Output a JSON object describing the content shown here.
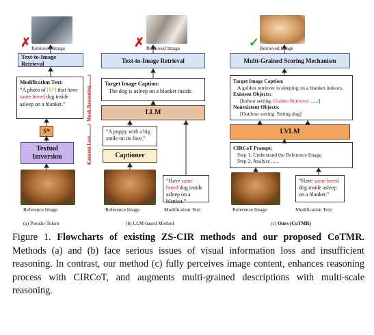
{
  "panel_a": {
    "retrieved_image_label": "Retrieved Image",
    "retrieval_box": "Text-to-Image Retrieval",
    "mod_text_title": "Modification Text:",
    "mod_text_pre": "“A photo of ",
    "mod_text_token": "[S*]",
    "mod_text_mid": " that have ",
    "mod_text_red": "same breed",
    "mod_text_post": " dog inside asleep on a blanket.”",
    "token_box": "S*",
    "inversion_box": "Textual Imversion",
    "reference_label": "Reference Image",
    "side_label_top": "Weak Reasoning",
    "side_label_bottom": "Content Lost",
    "caption": "(a)  Pseudo-Token"
  },
  "panel_b": {
    "retrieved_image_label": "Retrieved Image",
    "retrieval_box": "Text-to-Image Retrieval",
    "target_title": "Target Image Caption:",
    "target_text": "The dog is asleep on a blanket inside.",
    "llm_box": "LLM",
    "caption_text": "“A puppy with a big smile on its face.”",
    "captioner_box": "Captioner",
    "mod_pre": "“Have ",
    "mod_red": "same breed",
    "mod_post": " dog inside asleep on a blanket.”",
    "reference_label": "Reference Image",
    "modification_label": "Modification Text",
    "caption": "(b)  LLM-based Method"
  },
  "panel_c": {
    "retrieved_image_label": "Retrieved Image",
    "scoring_box": "Multi-Grained Scoring Mechanism",
    "target_title": "Target Image Caption:",
    "target_text": "A golden retriever is sleeping on a blanket indoors.",
    "existent_title": "Existent Objects:",
    "existent_pre": "[Indoor setting. ",
    "existent_red": "Golden Retriever",
    "existent_post": " ......]",
    "nonexistent_title": "Nonexistent Objects:",
    "nonexistent_text": "[Outdoor setting. Sitting dog]",
    "lvlm_box": "LVLM",
    "prompt_title": "CIRCoT Prompt:",
    "prompt_step1": "Step 1, Understand the Reference Image.",
    "prompt_step2": "Step 2, Analyze ......",
    "mod_pre": "“Have ",
    "mod_red": "same breed",
    "mod_post": " dog inside asleep on a blanket.”",
    "reference_label": "Reference Image",
    "modification_label": "Modification Text",
    "caption_pre": "(c)  ",
    "caption_bold": "Ours (CoTMR)"
  },
  "figure_caption": {
    "label": "Figure 1. ",
    "bold": "Flowcharts of existing ZS-CIR methods and our proposed CoTMR.",
    "body": " Methods (a) and (b) face serious issues of visual information loss and insufficient reasoning. In contrast, our method (c) fully perceives image content, enhances reasoning process with CIRCoT, and augments multi-grained descriptions with multi-scale reasoning."
  },
  "colors": {
    "wrong": "#d0191a",
    "correct": "#3aa63a",
    "accent_red": "#d0191a"
  }
}
